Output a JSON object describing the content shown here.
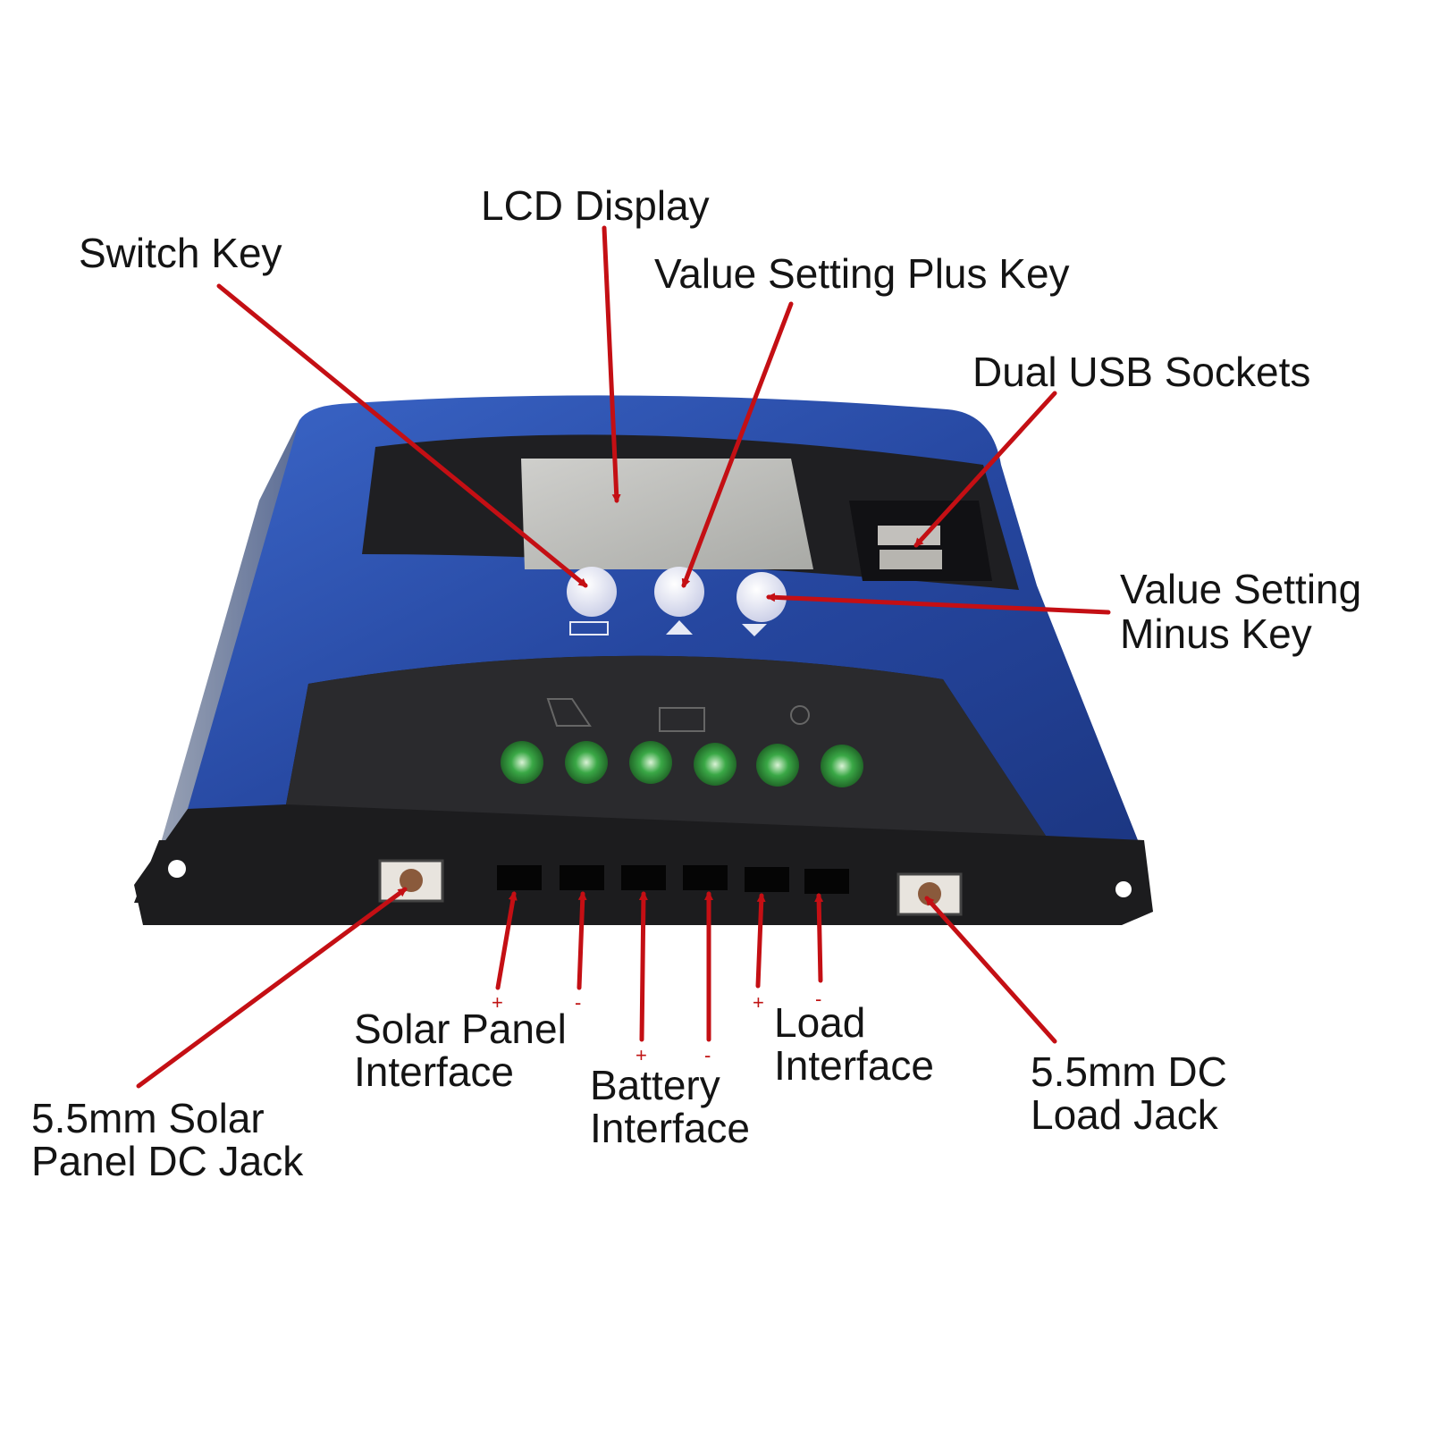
{
  "labels": {
    "lcd_display": "LCD Display",
    "switch_key": "Switch Key",
    "plus_key": "Value Setting Plus Key",
    "usb": "Dual USB Sockets",
    "minus_key": [
      "Value Setting",
      "Minus Key"
    ],
    "solar_jack": [
      "5.5mm Solar",
      "Panel DC Jack"
    ],
    "solar_interface": [
      "Solar Panel",
      "Interface"
    ],
    "battery_interface": [
      "Battery",
      "Interface"
    ],
    "load_interface": [
      "Load",
      "Interface"
    ],
    "load_jack": [
      "5.5mm DC",
      "Load Jack"
    ]
  },
  "signs": {
    "plus": "+",
    "minus": "-"
  },
  "colors": {
    "arrow": "#c40f14",
    "body_blue": "#2a4fa8",
    "body_black": "#1c1c1e",
    "terminal_green": "#2f9a3c",
    "lcd": "#bfc0bd"
  },
  "icons": {
    "panel_icons": [
      "solar-panel-icon",
      "battery-icon",
      "bulb-icon"
    ],
    "key_icons": [
      "switch-icon",
      "plus-icon",
      "minus-icon"
    ]
  }
}
